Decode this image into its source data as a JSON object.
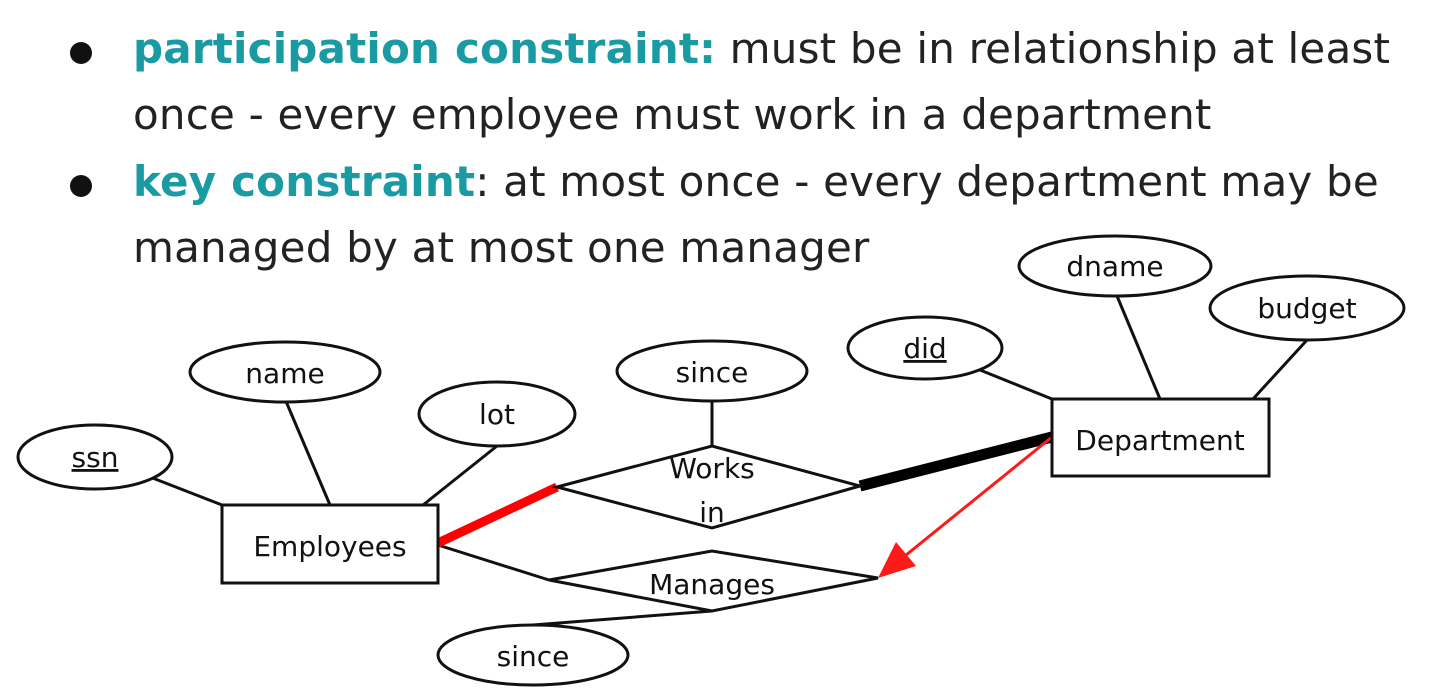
{
  "bullets": [
    {
      "term": "participation constraint:",
      "line1_rest": " must be in relationship at least",
      "line2": "once - every employee must work in a department"
    },
    {
      "term": "key constraint",
      "line1_rest": ": at most once - every department may be",
      "line2": "managed by at most one manager"
    }
  ],
  "diagram": {
    "entities": {
      "employees": "Employees",
      "department": "Department"
    },
    "relationships": {
      "works_in_line1": "Works",
      "works_in_line2": "in",
      "manages": "Manages"
    },
    "attributes": {
      "ssn": "ssn",
      "name": "name",
      "lot": "lot",
      "works_since": "since",
      "did": "did",
      "dname": "dname",
      "budget": "budget",
      "manages_since": "since"
    },
    "colors": {
      "participation_edge": "#ff0000",
      "thick_edge": "#000000",
      "key_arrow": "#ff1a1a"
    }
  }
}
